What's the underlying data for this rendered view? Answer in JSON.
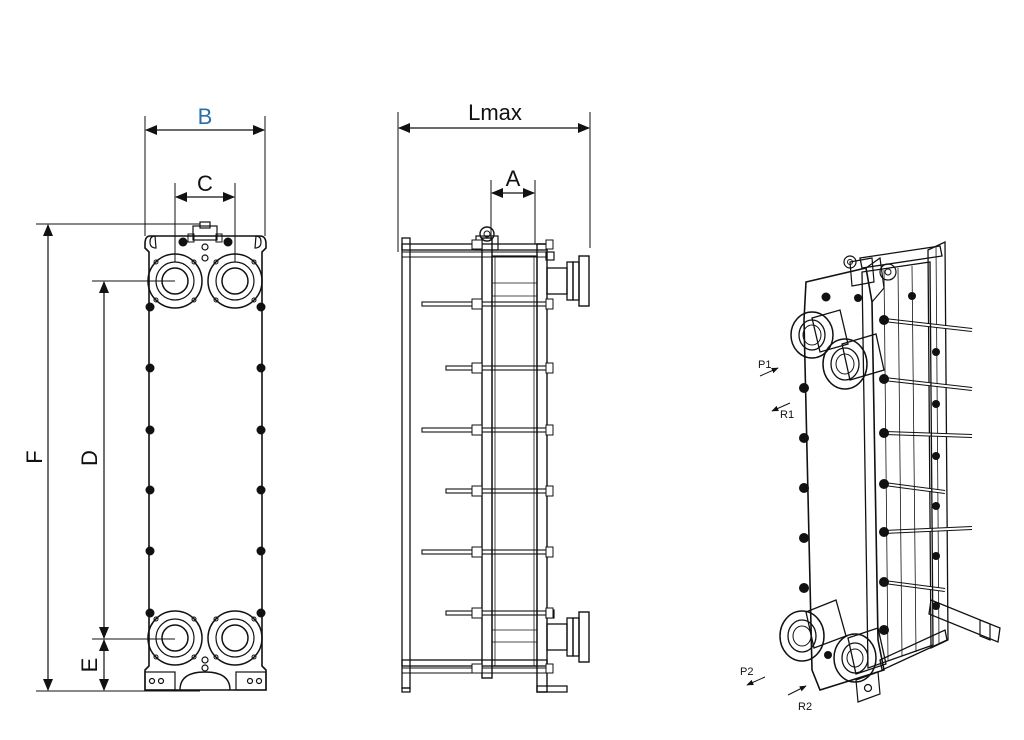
{
  "front_view": {
    "dims": {
      "B": "B",
      "C": "C",
      "F": "F",
      "D": "D",
      "E": "E"
    }
  },
  "side_view": {
    "dims": {
      "Lmax": "Lmax",
      "A": "A"
    }
  },
  "iso_view": {
    "ports": {
      "P1": "P1",
      "R1": "R1",
      "P2": "P2",
      "R2": "R2"
    }
  },
  "colors": {
    "accent": "#2a6fa8",
    "line": "#111111",
    "fill": "#ffffff"
  }
}
